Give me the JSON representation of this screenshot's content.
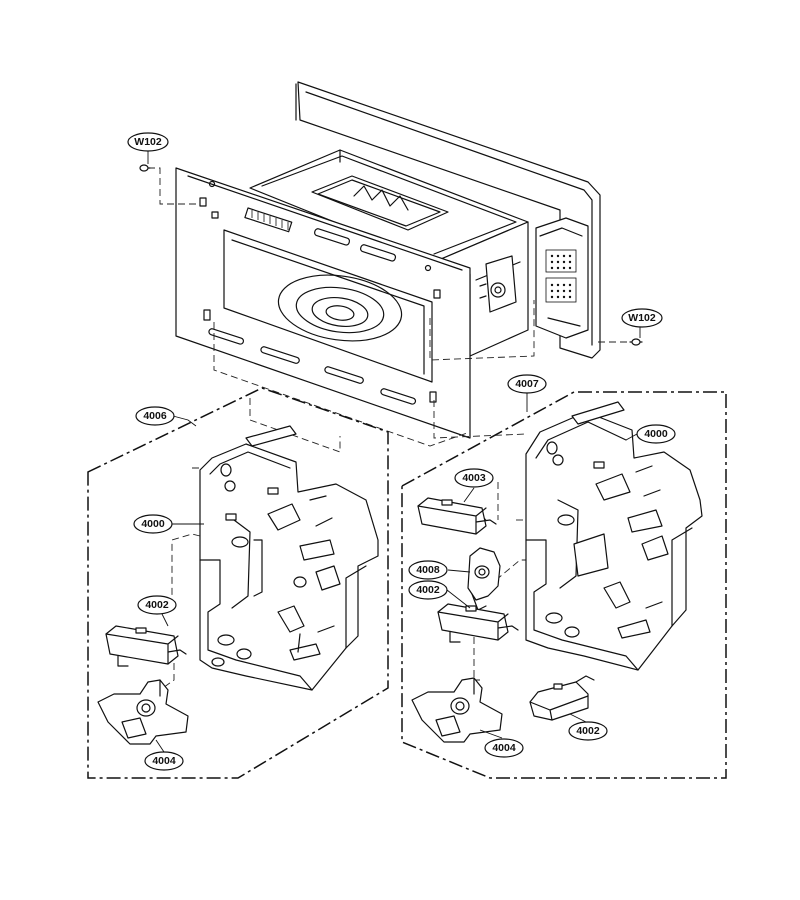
{
  "callouts": {
    "w102_left": "W102",
    "w102_right": "W102",
    "c4006": "4006",
    "c4007": "4007",
    "c4000_left": "4000",
    "c4000_right": "4000",
    "c4002_left": "4002",
    "c4004_left": "4004",
    "c4003": "4003",
    "c4008": "4008",
    "c4002_mid": "4002",
    "c4004_right": "4004",
    "c4002_right": "4002"
  }
}
